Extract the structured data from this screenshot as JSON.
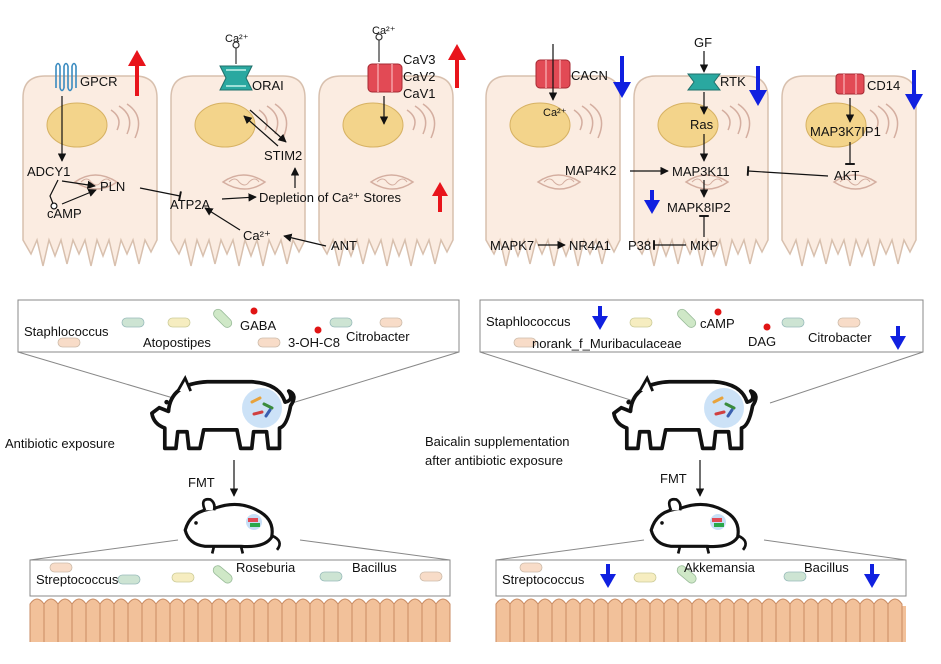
{
  "left_panel": {
    "genes": {
      "gpcr": "GPCR",
      "orai": "ORAI",
      "cav3": "CaV3",
      "cav2": "CaV2",
      "cav1": "CaV1",
      "adcy1": "ADCY1",
      "camp": "cAMP",
      "pln": "PLN",
      "atp2a": "ATP2A",
      "stim2": "STIM2",
      "depletion": "Depletion of Ca²⁺ Stores",
      "ca_orai": "Ca²⁺",
      "ca_cav": "Ca²⁺",
      "ca_mid": "Ca²⁺",
      "ant": "ANT"
    },
    "microbes": {
      "m1": "Staphlococcus",
      "m2": "Atopostipes",
      "m3": "GABA",
      "m4": "3-OH-C8",
      "m5": "Citrobacter"
    },
    "treatment": "Antibiotic exposure",
    "fmt": "FMT",
    "gut": {
      "g1": "Streptococcus",
      "g2": "Roseburia",
      "g3": "Bacillus"
    }
  },
  "right_panel": {
    "genes": {
      "cacn": "CACN",
      "ca_cacn": "Ca²⁺",
      "gf": "GF",
      "rtk": "RTK",
      "cd14": "CD14",
      "ras": "Ras",
      "map3k7ip1": "MAP3K7IP1",
      "map4k2": "MAP4K2",
      "map3k11": "MAP3K11",
      "akt": "AKT",
      "mapk8ip2": "MAPK8IP2",
      "mapk7": "MAPK7",
      "nr4a1": "NR4A1",
      "p38": "P38",
      "mkp": "MKP"
    },
    "microbes": {
      "m1": "Staphlococcus",
      "m2": "cAMP",
      "m3": "norank_f_Muribaculaceae",
      "m4": "DAG",
      "m5": "Citrobacter"
    },
    "treatment_line1": "Baicalin supplementation",
    "treatment_line2": "after antibiotic exposure",
    "fmt": "FMT",
    "gut": {
      "g1": "Streptococcus",
      "g2": "Akkemansia",
      "g3": "Bacillus"
    }
  },
  "colors": {
    "up_arrow": "#e8141b",
    "down_arrow": "#1020e0",
    "cell_fill": "#fbece1",
    "nucleus": "#f3d48b",
    "channel_red": "#e24a55",
    "channel_teal": "#2aa8a0",
    "gut_tissue": "#f2c19a",
    "dot_red": "#e01515"
  },
  "icons": [
    "gpcr-receptor-icon",
    "orai-channel-icon",
    "cav-channel-icon",
    "cacn-channel-icon",
    "rtk-receptor-icon",
    "cd14-receptor-icon",
    "pig-icon",
    "mouse-icon",
    "up-arrow-icon",
    "down-arrow-icon"
  ]
}
